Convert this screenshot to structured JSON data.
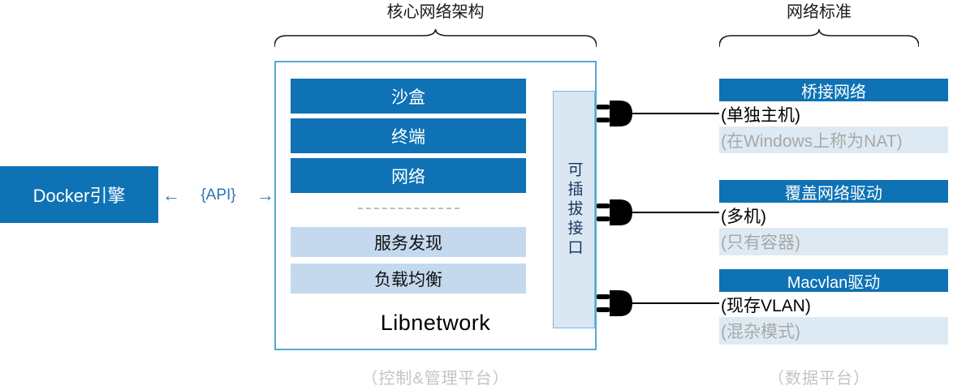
{
  "braces": {
    "core_label": "核心网络架构",
    "standards_label": "网络标准"
  },
  "docker_engine": {
    "label": "Docker引擎"
  },
  "api": {
    "left_arrow": "←",
    "label": "{API}",
    "right_arrow": "→"
  },
  "libnetwork": {
    "title": "Libnetwork",
    "dark_items": [
      "沙盒",
      "终端",
      "网络"
    ],
    "light_items": [
      "服务发现",
      "负载均衡"
    ],
    "pluggable_label": "可插拔接口"
  },
  "drivers": [
    {
      "title": "桥接网络",
      "line1": "(单独主机)",
      "line2": "(在Windows上称为NAT)"
    },
    {
      "title": "覆盖网络驱动",
      "line1": "(多机)",
      "line2": "(只有容器)"
    },
    {
      "title": "Macvlan驱动",
      "line1": "(现存VLAN)",
      "line2": "(混杂模式)"
    }
  ],
  "captions": {
    "control": "（控制&管理平台）",
    "data": "（数据平台）"
  },
  "colors": {
    "dark_blue": "#0E72B5",
    "bar_light_blue": "#C4D9ED",
    "band_light_blue": "#DEEAF3",
    "panel_fill": "#DAE7F3",
    "border_blue": "#58A7D8",
    "api_blue": "#2E75B6",
    "gray_text": "#A8A8A8",
    "caption_gray": "#C4C4C4",
    "plug_black": "#000000"
  }
}
